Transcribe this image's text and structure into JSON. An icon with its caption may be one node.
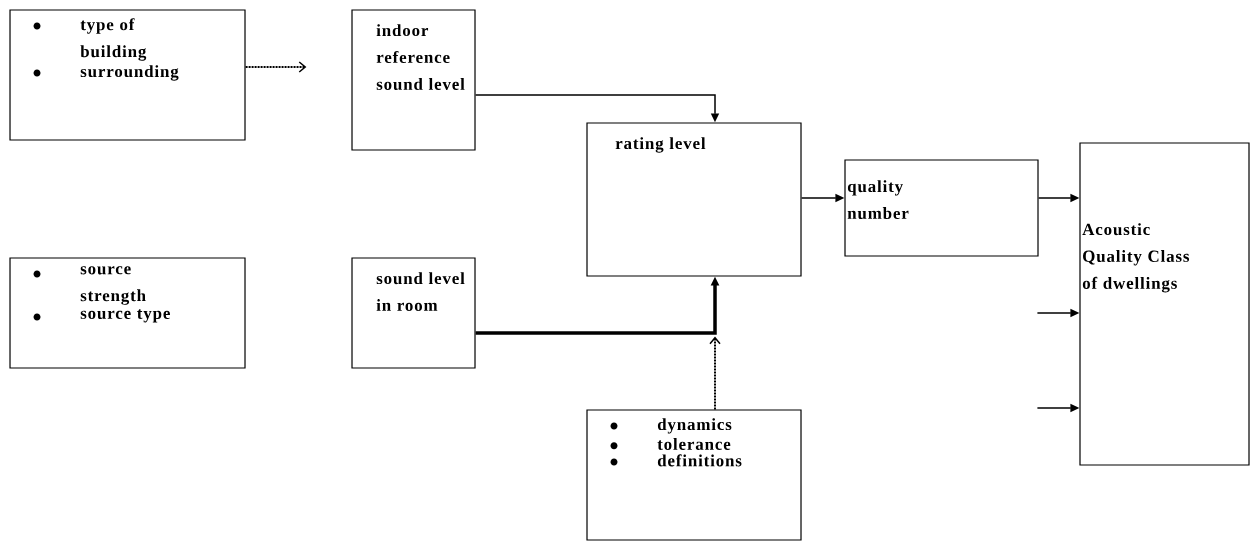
{
  "diagram": {
    "nodes": [
      {
        "text": [
          "type of building",
          "surrounding"
        ]
      },
      {
        "text": [
          "indoor reference sound level"
        ]
      },
      {
        "text": [
          "rating level"
        ]
      },
      {
        "text": [
          "quality number"
        ]
      },
      {
        "text": [
          "Acoustic Quality Class of dwellings"
        ]
      },
      {
        "text": [
          "source strength",
          "source type"
        ]
      },
      {
        "text": [
          "sound level in room"
        ]
      },
      {
        "text": [
          "dynamics",
          "tolerance",
          "definitions"
        ]
      }
    ],
    "edges": [
      {
        "from": 0,
        "to": 1,
        "arrow": "to",
        "style": "dashed"
      },
      {
        "from": 1,
        "to": 2,
        "arrow": "to"
      },
      {
        "from": 6,
        "to": 2,
        "arrow": "to",
        "style": "thick"
      },
      {
        "from": 7,
        "to": 2,
        "arrow": "to",
        "style": "dashed"
      },
      {
        "from": 2,
        "to": 3,
        "arrow": "to"
      },
      {
        "from": 3,
        "to": 4,
        "arrow": "to"
      },
      {
        "from": null,
        "to": 4,
        "arrow": "to"
      },
      {
        "from": null,
        "to": 4,
        "arrow": "to"
      }
    ]
  }
}
